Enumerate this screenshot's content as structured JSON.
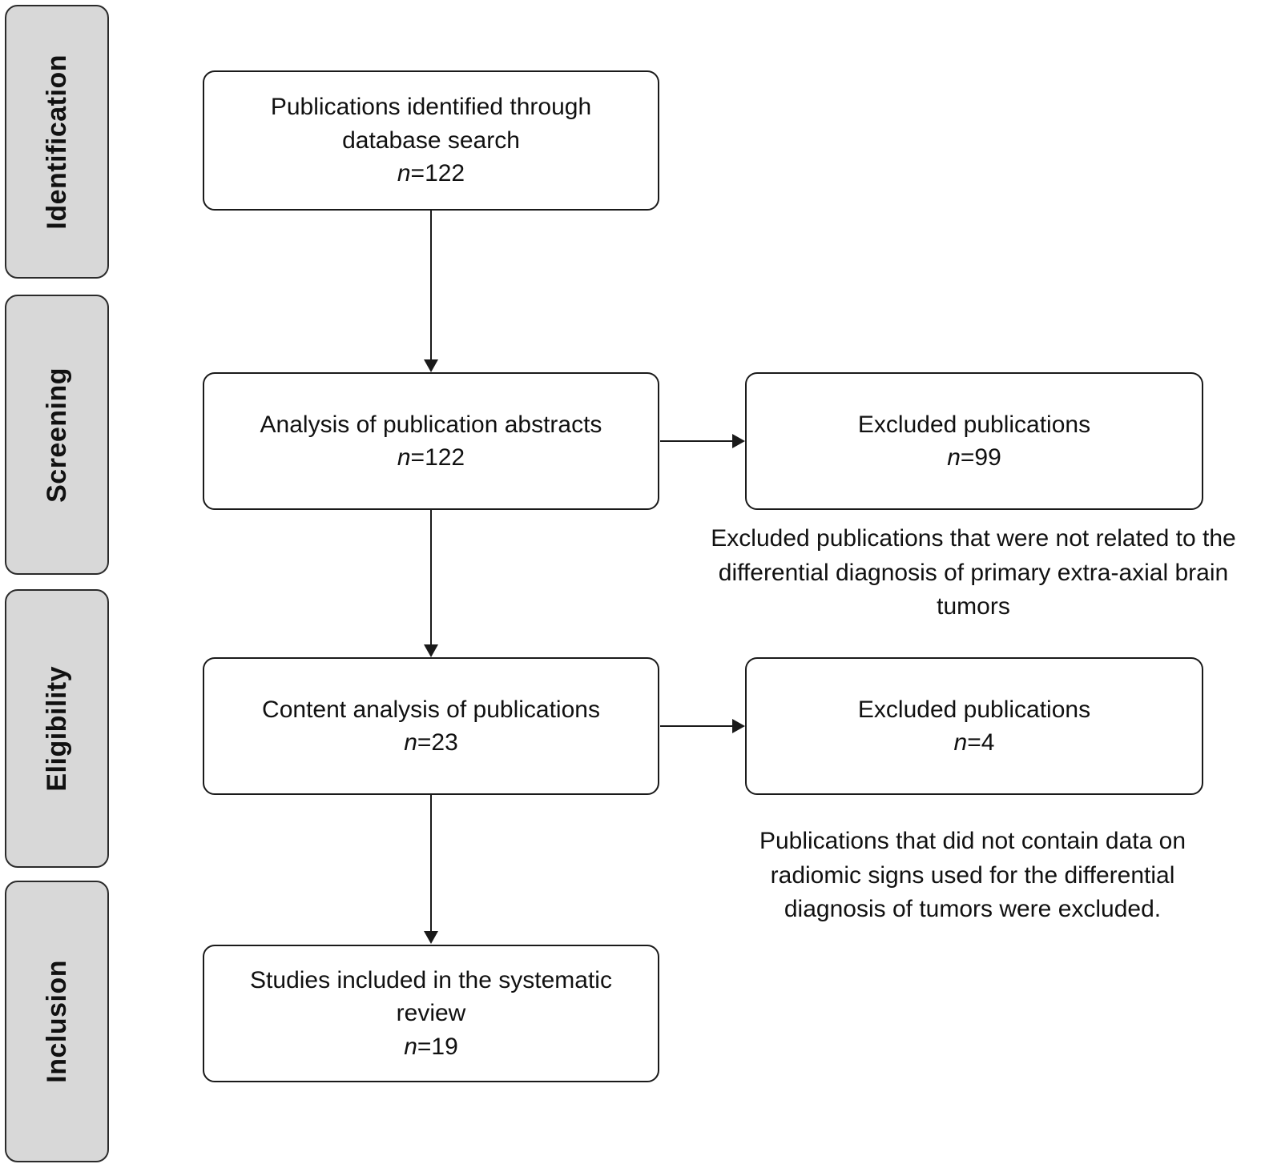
{
  "stages": [
    {
      "label": "Identification"
    },
    {
      "label": "Screening"
    },
    {
      "label": "Eligibility"
    },
    {
      "label": "Inclusion"
    }
  ],
  "flow": {
    "box_identified": {
      "text": "Publications identified through database search",
      "n_label": "n",
      "n_value": "=122"
    },
    "box_abstracts": {
      "text": "Analysis of publication abstracts",
      "n_label": "n",
      "n_value": "=122"
    },
    "box_excluded_screening": {
      "text": "Excluded publications",
      "n_label": "n",
      "n_value": "=99"
    },
    "note_screening": "Excluded publications that were not related to the differential diagnosis of primary extra-axial brain tumors",
    "box_content": {
      "text": "Content analysis of publications",
      "n_label": "n",
      "n_value": "=23"
    },
    "box_excluded_eligibility": {
      "text": "Excluded publications",
      "n_label": "n",
      "n_value": "=4"
    },
    "note_eligibility": "Publications that did not contain data on radiomic signs used for the differential diagnosis of tumors were excluded.",
    "box_included": {
      "text": "Studies included in the systematic review",
      "n_label": "n",
      "n_value": "=19"
    }
  },
  "colors": {
    "stage_bg": "#d8d8d8",
    "border": "#1a1a1a",
    "background": "#ffffff"
  }
}
